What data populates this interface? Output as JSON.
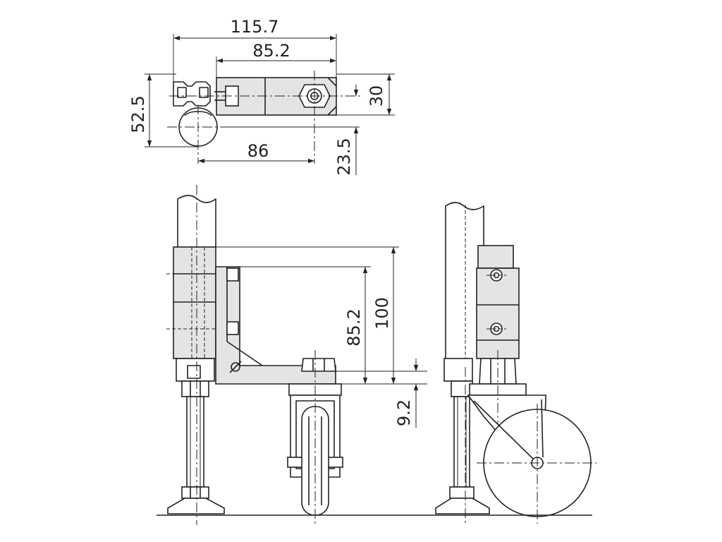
{
  "dimensions": {
    "top_width_overall": "115.7",
    "top_width_block": "85.2",
    "top_height_overall": "52.5",
    "top_height_block": "30",
    "top_offset": "23.5",
    "top_center_distance": "86",
    "front_height_100": "100",
    "front_height_85": "85.2",
    "front_offset_9": "9.2"
  },
  "colors": {
    "line": "#222222",
    "fill": "#e4e4e4",
    "background": "#ffffff"
  }
}
